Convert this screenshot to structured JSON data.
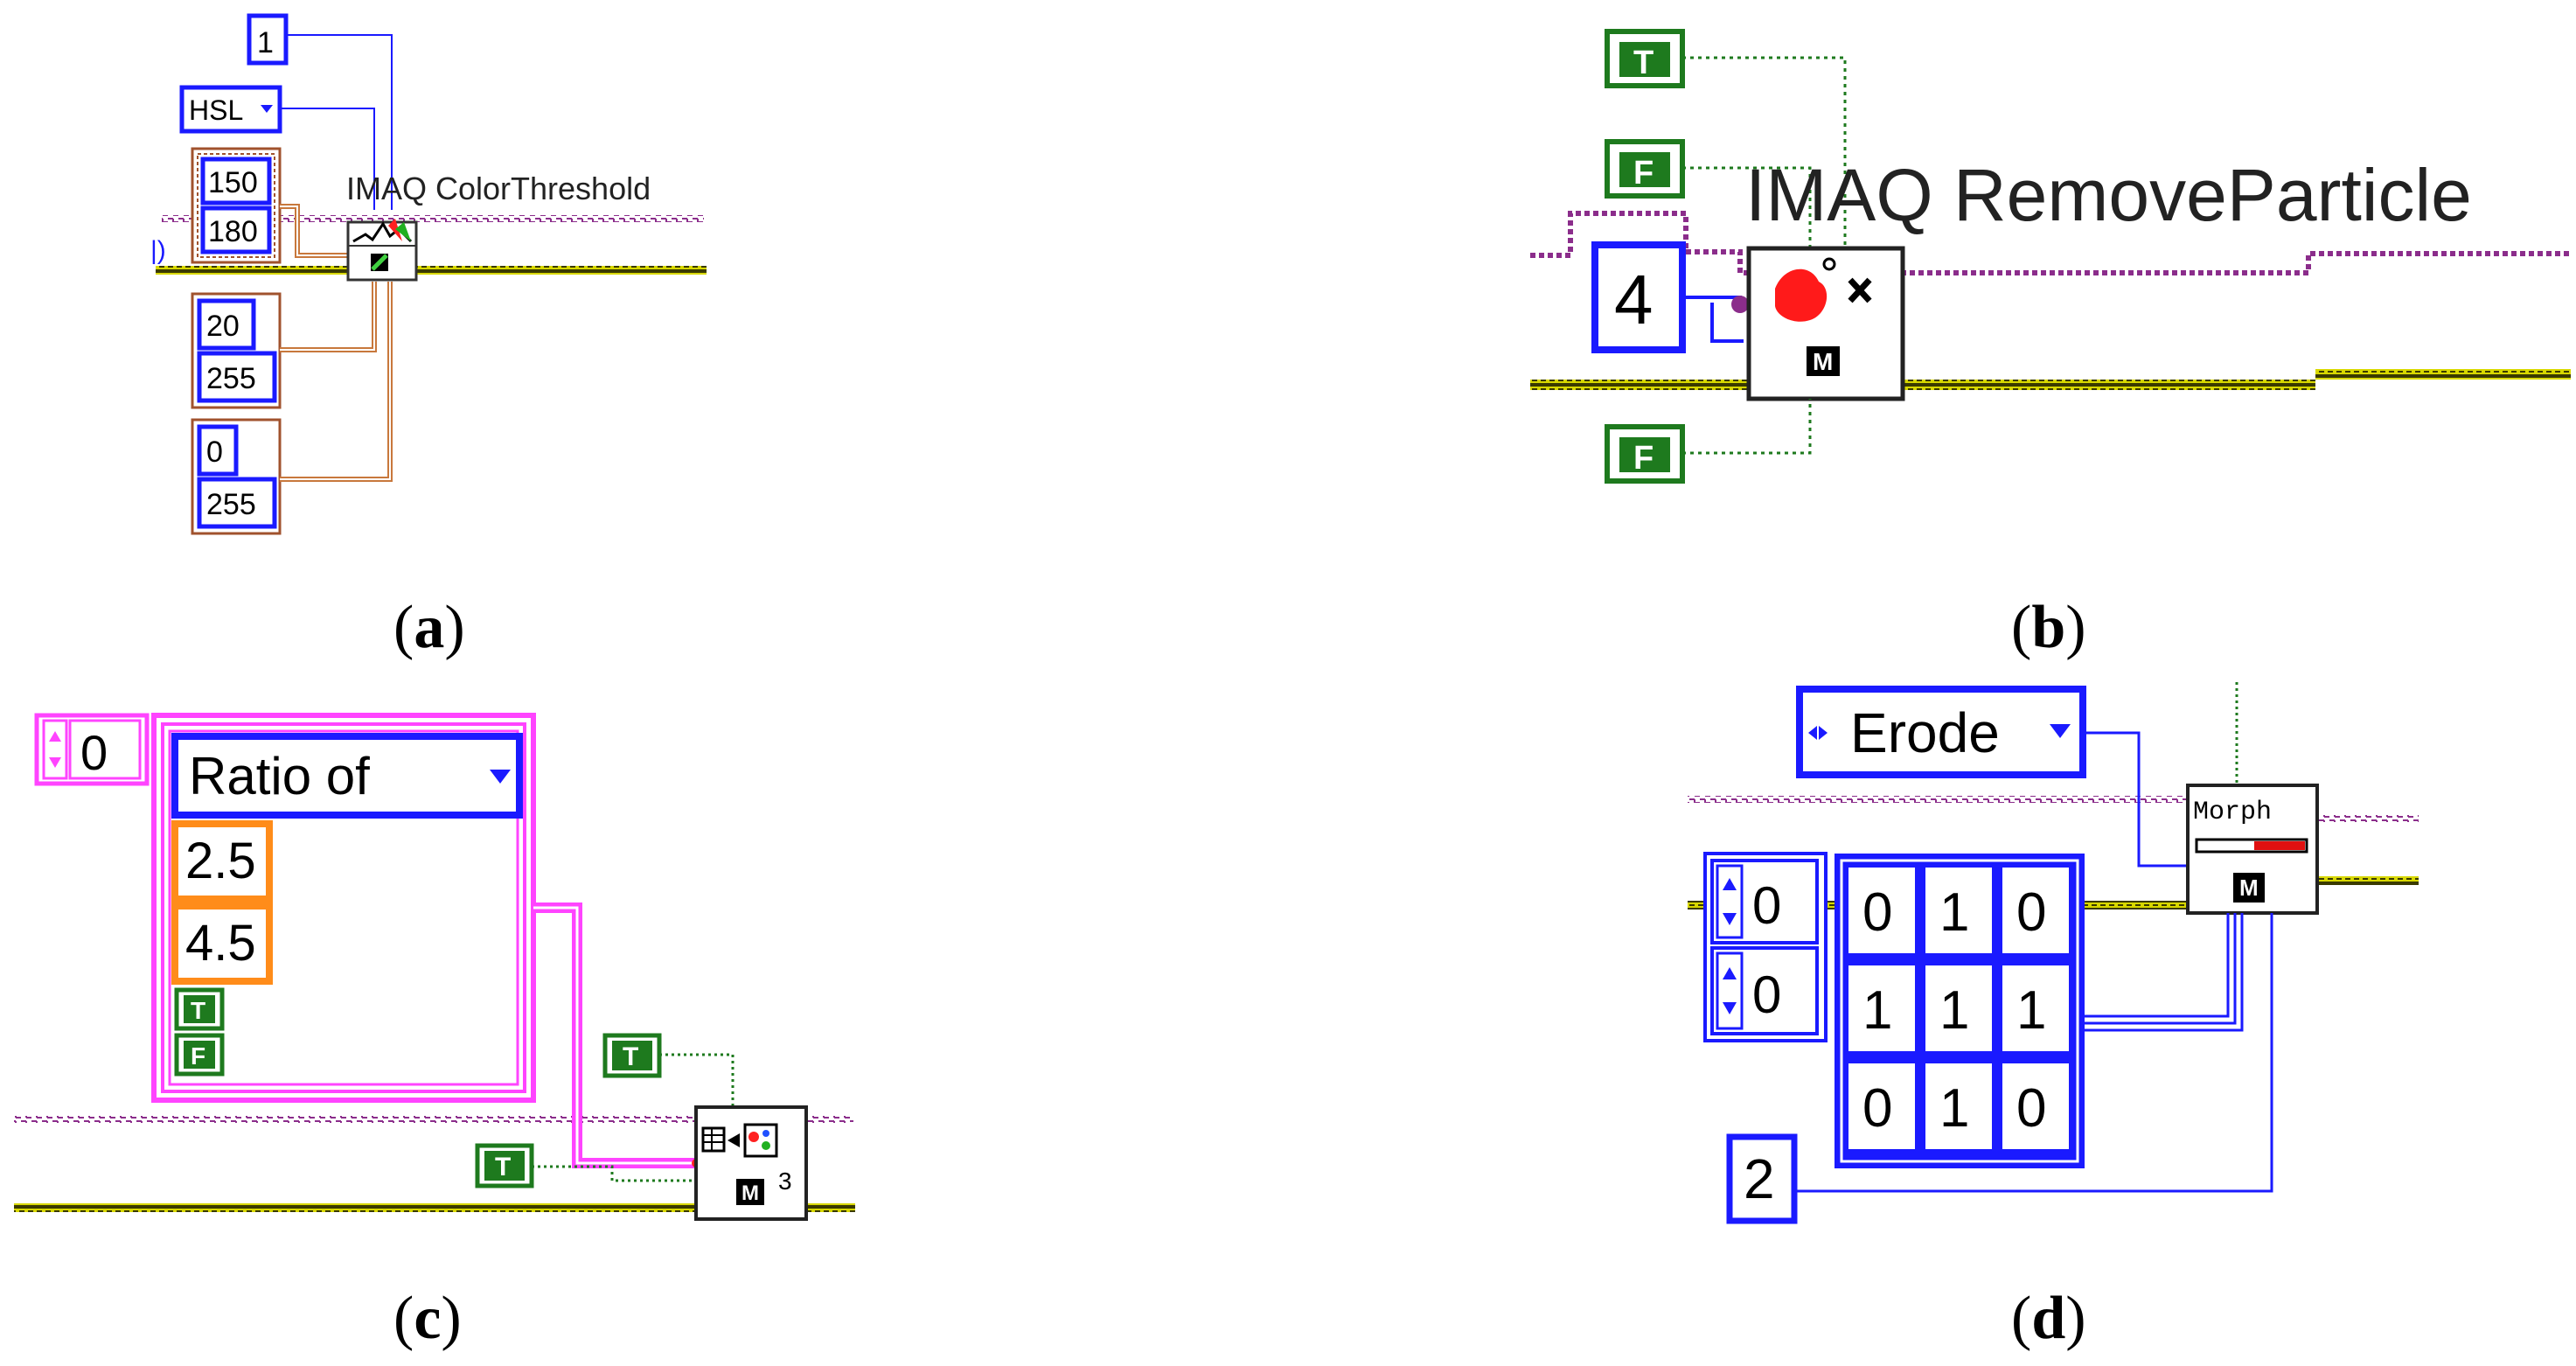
{
  "panel_a": {
    "constant_one": "1",
    "color_mode": "HSL",
    "vi_name": "IMAQ ColorThreshold",
    "range1_min": "150",
    "range1_max": "180",
    "range2_min": "20",
    "range2_max": "255",
    "range3_min": "0",
    "range3_max": "255",
    "wire_fragment": "|)",
    "caption_letter": "a"
  },
  "panel_b": {
    "bool_top": "T",
    "bool_mid": "F",
    "bool_bottom": "F",
    "vi_name": "IMAQ RemoveParticle",
    "iterations": "4",
    "caption_letter": "b"
  },
  "panel_c": {
    "array_index": "0",
    "measure": "Ratio of",
    "lower_value": "2.5",
    "upper_value": "4.5",
    "bool_include": "T",
    "bool_interval": "F",
    "bool_right": "T",
    "bool_left": "T",
    "vi_superscript": "3",
    "caption_letter": "c"
  },
  "panel_d": {
    "operation": "Erode",
    "vi_name": "Morph",
    "row_index": "0",
    "col_index": "0",
    "kernel": [
      [
        "0",
        "1",
        "0"
      ],
      [
        "1",
        "1",
        "1"
      ],
      [
        "0",
        "1",
        "0"
      ]
    ],
    "iterations": "2",
    "caption_letter": "d"
  },
  "colors": {
    "image_wire": "#8a8a00",
    "error_wire": "#8b2d8b",
    "numeric_wire": "#1a1aff",
    "cluster_wire": "#a0522d",
    "boolean_green": "#1e7a1e",
    "array_pink": "#ff44ff",
    "orange": "#ff8c1a"
  }
}
